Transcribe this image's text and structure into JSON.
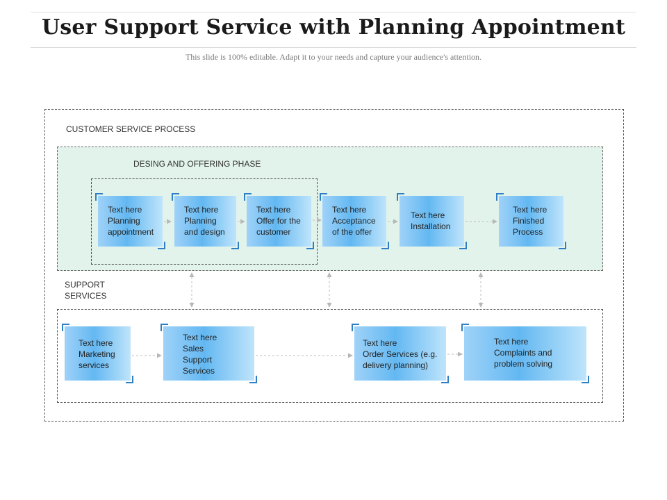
{
  "title": "User Support Service with Planning Appointment",
  "subtitle": "This slide is 100% editable.  Adapt  it to your needs  and capture  your audience's  attention.",
  "sections": {
    "customer_process": "CUSTOMER SERVICE PROCESS",
    "design_phase": "DESING AND OFFERING PHASE",
    "support_services": "SUPPORT\nSERVICES"
  },
  "process_steps": [
    "Text here\nPlanning\nappointment",
    "Text here\nPlanning\nand design",
    "Text here\nOffer for the\ncustomer",
    "Text here\nAcceptance\nof the offer",
    "Text here\nInstallation",
    "Text here\nFinished\nProcess"
  ],
  "support_steps": [
    "Text here\nMarketing\nservices",
    "Text here\nSales\nSupport\nServices",
    "Text here\nOrder Services (e.g.\ndelivery planning)",
    "Text here\nComplaints and\nproblem solving"
  ]
}
